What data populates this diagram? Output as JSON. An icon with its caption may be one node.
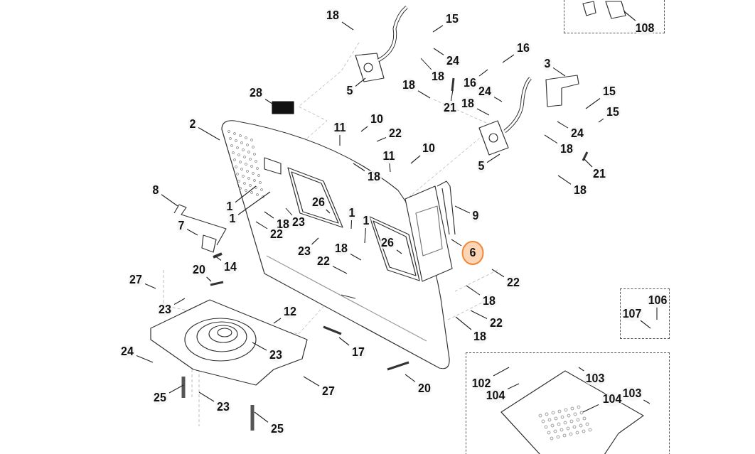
{
  "diagram": {
    "nodes": [
      {
        "text": [],
        "shape": "box"
      },
      {
        "text": [
          "108"
        ],
        "in": 0
      },
      {
        "text": [
          "18"
        ]
      },
      {
        "text": [
          "15"
        ]
      },
      {
        "text": [
          "24"
        ]
      },
      {
        "text": [
          "16"
        ]
      },
      {
        "text": [
          "3"
        ]
      },
      {
        "text": [
          "18"
        ]
      },
      {
        "text": [
          "16"
        ]
      },
      {
        "text": [
          "18"
        ]
      },
      {
        "text": [
          "5"
        ]
      },
      {
        "text": [
          "24"
        ]
      },
      {
        "text": [
          "15"
        ]
      },
      {
        "text": [
          "28"
        ]
      },
      {
        "text": [
          "18"
        ]
      },
      {
        "text": [
          "21"
        ]
      },
      {
        "text": [
          "15"
        ]
      },
      {
        "text": [
          "10"
        ]
      },
      {
        "text": [
          "2"
        ]
      },
      {
        "text": [
          "11"
        ]
      },
      {
        "text": [
          "22"
        ]
      },
      {
        "text": [
          "24"
        ]
      },
      {
        "text": [
          "10"
        ]
      },
      {
        "text": [
          "18"
        ]
      },
      {
        "text": [
          "11"
        ]
      },
      {
        "text": [
          "5"
        ]
      },
      {
        "text": [
          "21"
        ]
      },
      {
        "text": [
          "18"
        ]
      },
      {
        "text": [
          "8"
        ]
      },
      {
        "text": [
          "18"
        ]
      },
      {
        "text": [
          "26"
        ]
      },
      {
        "text": [
          "1"
        ]
      },
      {
        "text": [
          "1"
        ]
      },
      {
        "text": [
          "9"
        ]
      },
      {
        "text": [
          "1"
        ]
      },
      {
        "text": [
          "1"
        ]
      },
      {
        "text": [
          "23"
        ]
      },
      {
        "text": [
          "18"
        ]
      },
      {
        "text": [
          "7"
        ]
      },
      {
        "text": [
          "22"
        ]
      },
      {
        "text": [
          "26"
        ]
      },
      {
        "text": [
          "18"
        ]
      },
      {
        "text": [
          "23"
        ]
      },
      {
        "text": [
          "6"
        ]
      },
      {
        "text": [
          "22"
        ]
      },
      {
        "text": [
          "14"
        ]
      },
      {
        "text": [
          "20"
        ]
      },
      {
        "text": [
          "27"
        ]
      },
      {
        "text": [
          "22"
        ]
      },
      {
        "text": [],
        "shape": "box"
      },
      {
        "text": [
          "106"
        ],
        "in": 49
      },
      {
        "text": [
          "107"
        ],
        "in": 49
      },
      {
        "text": [
          "18"
        ]
      },
      {
        "text": [
          "23"
        ]
      },
      {
        "text": [
          "12"
        ]
      },
      {
        "text": [
          "22"
        ]
      },
      {
        "text": [
          "18"
        ]
      },
      {
        "text": [
          "24"
        ]
      },
      {
        "text": [
          "17"
        ]
      },
      {
        "text": [
          "23"
        ]
      },
      {
        "text": [],
        "shape": "box"
      },
      {
        "text": [
          "103"
        ],
        "in": 60
      },
      {
        "text": [
          "102"
        ],
        "in": 60
      },
      {
        "text": [
          "103"
        ],
        "in": 60
      },
      {
        "text": [
          "104"
        ],
        "in": 60
      },
      {
        "text": [
          "104"
        ],
        "in": 60
      },
      {
        "text": [
          "20"
        ]
      },
      {
        "text": [
          "27"
        ]
      },
      {
        "text": [
          "25"
        ]
      },
      {
        "text": [
          "23"
        ]
      },
      {
        "text": [
          "25"
        ]
      }
    ],
    "edges": [
      {
        "from": 1,
        "to": null,
        "arrow": "none"
      },
      {
        "from": 2,
        "to": null,
        "arrow": "none"
      },
      {
        "from": 3,
        "to": null,
        "arrow": "none"
      },
      {
        "from": 4,
        "to": null,
        "arrow": "none"
      },
      {
        "from": 5,
        "to": null,
        "arrow": "none"
      },
      {
        "from": 6,
        "to": null,
        "arrow": "none"
      },
      {
        "from": 7,
        "to": null,
        "arrow": "none"
      },
      {
        "from": 8,
        "to": null,
        "arrow": "none"
      },
      {
        "from": 9,
        "to": null,
        "arrow": "none"
      },
      {
        "from": 10,
        "to": null,
        "arrow": "none"
      },
      {
        "from": 11,
        "to": null,
        "arrow": "none"
      },
      {
        "from": 12,
        "to": null,
        "arrow": "none"
      },
      {
        "from": 13,
        "to": null,
        "arrow": "none"
      },
      {
        "from": 14,
        "to": null,
        "arrow": "none"
      },
      {
        "from": 15,
        "to": null,
        "arrow": "none"
      },
      {
        "from": 16,
        "to": null,
        "arrow": "none"
      },
      {
        "from": 17,
        "to": null,
        "arrow": "none"
      },
      {
        "from": 18,
        "to": null,
        "arrow": "none"
      },
      {
        "from": 19,
        "to": null,
        "arrow": "none"
      },
      {
        "from": 20,
        "to": null,
        "arrow": "none"
      },
      {
        "from": 21,
        "to": null,
        "arrow": "none"
      },
      {
        "from": 22,
        "to": null,
        "arrow": "none"
      },
      {
        "from": 23,
        "to": null,
        "arrow": "none"
      },
      {
        "from": 24,
        "to": null,
        "arrow": "none"
      },
      {
        "from": 25,
        "to": null,
        "arrow": "none"
      },
      {
        "from": 26,
        "to": null,
        "arrow": "none"
      },
      {
        "from": 27,
        "to": null,
        "arrow": "none"
      },
      {
        "from": 28,
        "to": null,
        "arrow": "none"
      },
      {
        "from": 29,
        "to": null,
        "arrow": "none"
      },
      {
        "from": 30,
        "to": null,
        "arrow": "none"
      },
      {
        "from": 31,
        "to": null,
        "arrow": "none"
      },
      {
        "from": 32,
        "to": null,
        "arrow": "none"
      },
      {
        "from": 33,
        "to": null,
        "arrow": "none"
      },
      {
        "from": 34,
        "to": null,
        "arrow": "none"
      },
      {
        "from": 35,
        "to": null,
        "arrow": "none"
      },
      {
        "from": 36,
        "to": null,
        "arrow": "none"
      },
      {
        "from": 37,
        "to": null,
        "arrow": "none"
      },
      {
        "from": 38,
        "to": null,
        "arrow": "none"
      },
      {
        "from": 39,
        "to": null,
        "arrow": "none"
      },
      {
        "from": 40,
        "to": null,
        "arrow": "none"
      },
      {
        "from": 41,
        "to": null,
        "arrow": "none"
      },
      {
        "from": 42,
        "to": null,
        "arrow": "none"
      },
      {
        "from": 43,
        "to": null,
        "arrow": "none"
      },
      {
        "from": 44,
        "to": null,
        "arrow": "none"
      },
      {
        "from": 45,
        "to": null,
        "arrow": "none"
      },
      {
        "from": 46,
        "to": null,
        "arrow": "none"
      },
      {
        "from": 47,
        "to": null,
        "arrow": "none"
      },
      {
        "from": 48,
        "to": null,
        "arrow": "none"
      },
      {
        "from": 50,
        "to": null,
        "arrow": "none"
      },
      {
        "from": 51,
        "to": null,
        "arrow": "none"
      },
      {
        "from": 52,
        "to": null,
        "arrow": "none"
      },
      {
        "from": 53,
        "to": null,
        "arrow": "none"
      },
      {
        "from": 54,
        "to": null,
        "arrow": "none"
      },
      {
        "from": 55,
        "to": null,
        "arrow": "none"
      },
      {
        "from": 56,
        "to": null,
        "arrow": "none"
      },
      {
        "from": 57,
        "to": null,
        "arrow": "none"
      },
      {
        "from": 58,
        "to": null,
        "arrow": "none"
      },
      {
        "from": 59,
        "to": null,
        "arrow": "none"
      },
      {
        "from": 61,
        "to": null,
        "arrow": "none"
      },
      {
        "from": 62,
        "to": null,
        "arrow": "none"
      },
      {
        "from": 63,
        "to": null,
        "arrow": "none"
      },
      {
        "from": 64,
        "to": null,
        "arrow": "none"
      },
      {
        "from": 65,
        "to": null,
        "arrow": "none"
      },
      {
        "from": 66,
        "to": null,
        "arrow": "none"
      },
      {
        "from": 67,
        "to": null,
        "arrow": "none"
      },
      {
        "from": 68,
        "to": null,
        "arrow": "none"
      },
      {
        "from": 69,
        "to": null,
        "arrow": "none"
      },
      {
        "from": 70,
        "to": null,
        "arrow": "none"
      }
    ]
  }
}
